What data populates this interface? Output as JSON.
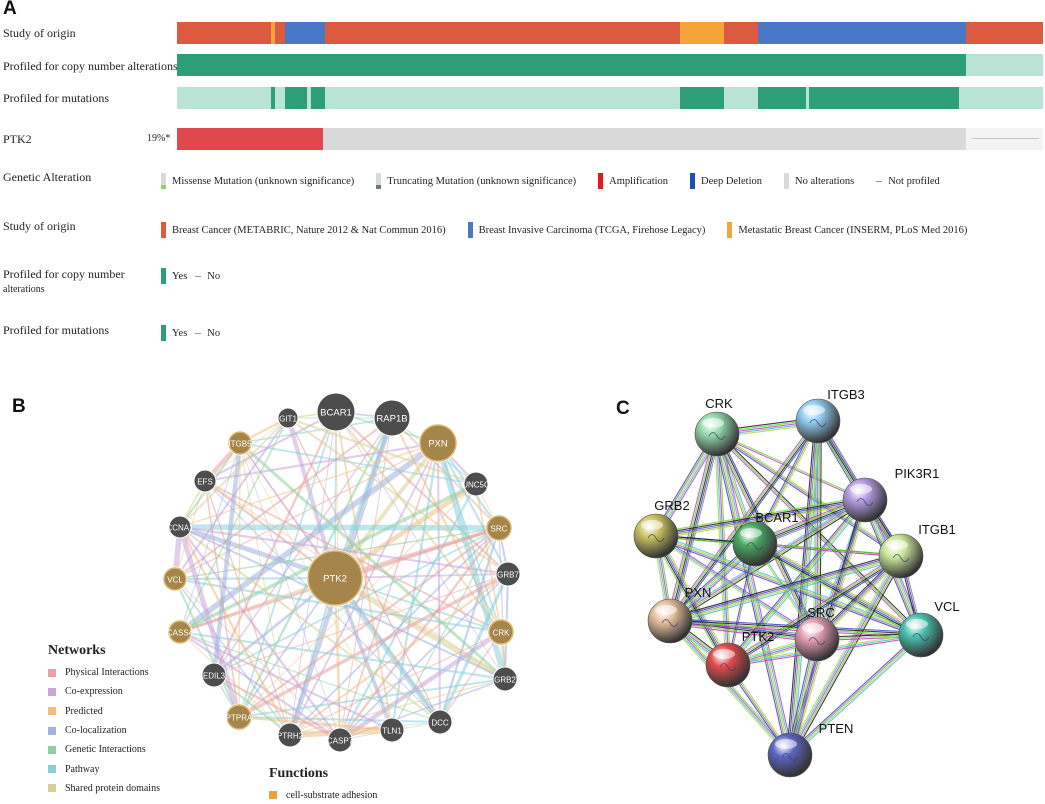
{
  "panels": {
    "a": "A",
    "b": "B",
    "c": "C"
  },
  "oncoprint": {
    "rows": [
      {
        "label": "Study of origin"
      },
      {
        "label": "Profiled for copy number alterations"
      },
      {
        "label": "Profiled for mutations"
      },
      {
        "label": "PTK2",
        "pct": "19%*"
      }
    ],
    "colors": {
      "metabric": "#dc5a40",
      "tcga": "#4a78c6",
      "inserm": "#f6a43a",
      "profiled": "#2e9e78",
      "profiled_light": "#9fd9c4",
      "amplification": "#e0474f",
      "no_alteration": "#d9d9d9",
      "not_profiled": "#f3f3f3"
    }
  },
  "legends": {
    "genetic_alteration": {
      "title": "Genetic Alteration",
      "items": [
        {
          "label": "Missense Mutation (unknown significance)",
          "color": "#9acd64"
        },
        {
          "label": "Truncating Mutation (unknown significance)",
          "color": "#6b7a8a"
        },
        {
          "label": "Amplification",
          "color": "#e31a1c"
        },
        {
          "label": "Deep Deletion",
          "color": "#1f4fb5"
        },
        {
          "label": "No alterations",
          "color": "#d9d9d9"
        },
        {
          "label": "Not profiled",
          "color": ""
        }
      ]
    },
    "study_origin": {
      "title": "Study of origin",
      "items": [
        {
          "label": "Breast Cancer (METABRIC, Nature 2012 & Nat Commun 2016)",
          "color": "#dc5a40"
        },
        {
          "label": "Breast Invasive Carcinoma (TCGA, Firehose Legacy)",
          "color": "#4a78c6"
        },
        {
          "label": "Metastatic Breast Cancer (INSERM, PLoS Med 2016)",
          "color": "#f6a43a"
        }
      ]
    },
    "profiled_cna": {
      "title_line1": "Profiled for copy number",
      "title_line2": "alterations",
      "yes": "Yes",
      "no": "No"
    },
    "profiled_mut": {
      "title": "Profiled for mutations",
      "yes": "Yes",
      "no": "No"
    }
  },
  "network_b": {
    "center": "PTK2",
    "nodes": [
      {
        "label": "BCAR1",
        "kind": "gray"
      },
      {
        "label": "RAP1B",
        "kind": "gray"
      },
      {
        "label": "PXN",
        "kind": "gold"
      },
      {
        "label": "UNC5C",
        "kind": "gray"
      },
      {
        "label": "SRC",
        "kind": "gold"
      },
      {
        "label": "GRB7",
        "kind": "gray"
      },
      {
        "label": "CRK",
        "kind": "gold"
      },
      {
        "label": "GRB2",
        "kind": "gray"
      },
      {
        "label": "DCC",
        "kind": "gray"
      },
      {
        "label": "TLN1",
        "kind": "gray"
      },
      {
        "label": "CASP7",
        "kind": "gray"
      },
      {
        "label": "PTRH2",
        "kind": "gray"
      },
      {
        "label": "PTPRA",
        "kind": "gold"
      },
      {
        "label": "EDIL3",
        "kind": "gray"
      },
      {
        "label": "CASS4",
        "kind": "gold"
      },
      {
        "label": "VCL",
        "kind": "gold"
      },
      {
        "label": "CCNA1",
        "kind": "gray"
      },
      {
        "label": "EFS",
        "kind": "gray"
      },
      {
        "label": "ITGB5",
        "kind": "gold"
      },
      {
        "label": "GIT1",
        "kind": "gray"
      }
    ],
    "networks_title": "Networks",
    "networks": [
      {
        "label": "Physical Interactions",
        "color": "#e8a0a0"
      },
      {
        "label": "Co-expression",
        "color": "#c9a6d8"
      },
      {
        "label": "Predicted",
        "color": "#f2bd7c"
      },
      {
        "label": "Co-localization",
        "color": "#9fb3de"
      },
      {
        "label": "Genetic Interactions",
        "color": "#8fd19e"
      },
      {
        "label": "Pathway",
        "color": "#8ccfd8"
      },
      {
        "label": "Shared protein domains",
        "color": "#d8cf98"
      }
    ],
    "functions_title": "Functions",
    "functions": [
      {
        "label": "cell-substrate adhesion",
        "color": "#e8a23a"
      }
    ]
  },
  "network_c": {
    "nodes": [
      {
        "label": "CRK",
        "color": "#8fd6a8"
      },
      {
        "label": "ITGB3",
        "color": "#8ec9ee"
      },
      {
        "label": "PIK3R1",
        "color": "#b39ae0"
      },
      {
        "label": "GRB2",
        "color": "#c9c060"
      },
      {
        "label": "BCAR1",
        "color": "#4aa860"
      },
      {
        "label": "ITGB1",
        "color": "#c9e69a"
      },
      {
        "label": "PXN",
        "color": "#e3bd9a"
      },
      {
        "label": "SRC",
        "color": "#e09ab0"
      },
      {
        "label": "VCL",
        "color": "#4ac0b0"
      },
      {
        "label": "PTK2",
        "color": "#e04a4a"
      },
      {
        "label": "PTEN",
        "color": "#5a64c0"
      }
    ]
  }
}
